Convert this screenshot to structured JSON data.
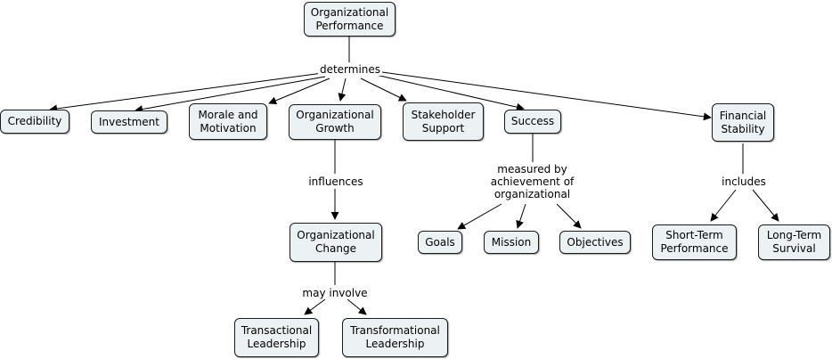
{
  "nodes": {
    "organizational_performance": "Organizational\nPerformance",
    "credibility": "Credibility",
    "investment": "Investment",
    "morale_and_motivation": "Morale and\nMotivation",
    "organizational_growth": "Organizational\nGrowth",
    "stakeholder_support": "Stakeholder\nSupport",
    "success": "Success",
    "financial_stability": "Financial\nStability",
    "organizational_change": "Organizational\nChange",
    "goals": "Goals",
    "mission": "Mission",
    "objectives": "Objectives",
    "short_term_performance": "Short-Term\nPerformance",
    "long_term_survival": "Long-Term\nSurvival",
    "transactional_leadership": "Transactional\nLeadership",
    "transformational_leadership": "Transformational\nLeadership"
  },
  "links": {
    "determines": "determines",
    "influences": "influences",
    "measured_by": "measured by\nachievement of\norganizational",
    "includes": "includes",
    "may_involve": "may involve"
  },
  "colors": {
    "node_fill": "#ecf1f3",
    "node_border": "#1a1a1a",
    "line": "#000000"
  }
}
